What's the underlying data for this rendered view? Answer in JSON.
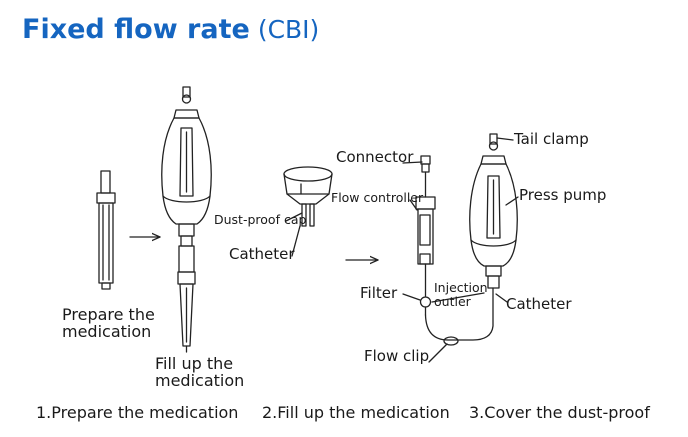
{
  "title": {
    "main": "Fixed flow rate",
    "sub": "(CBI)"
  },
  "labels": {
    "prepare": "Prepare the\nmedication",
    "fillup": "Fill up the\nmedication",
    "dust_proof_cap": "Dust-proof cap",
    "catheter_1": "Catheter",
    "connector": "Connector",
    "flow_controller": "Flow controller",
    "filter": "Filter",
    "injection_outler": "Injection\noutler",
    "flow_clip": "Flow clip",
    "tail_clamp": "Tail clamp",
    "press_pump": "Press pump",
    "catheter_2": "Catheter"
  },
  "captions": {
    "step1": "1.Prepare the medication",
    "step2": "2.Fill up the medication",
    "step3": "3.Cover the dust-proof"
  },
  "colors": {
    "title": "#1565c0",
    "line": "#222222"
  }
}
